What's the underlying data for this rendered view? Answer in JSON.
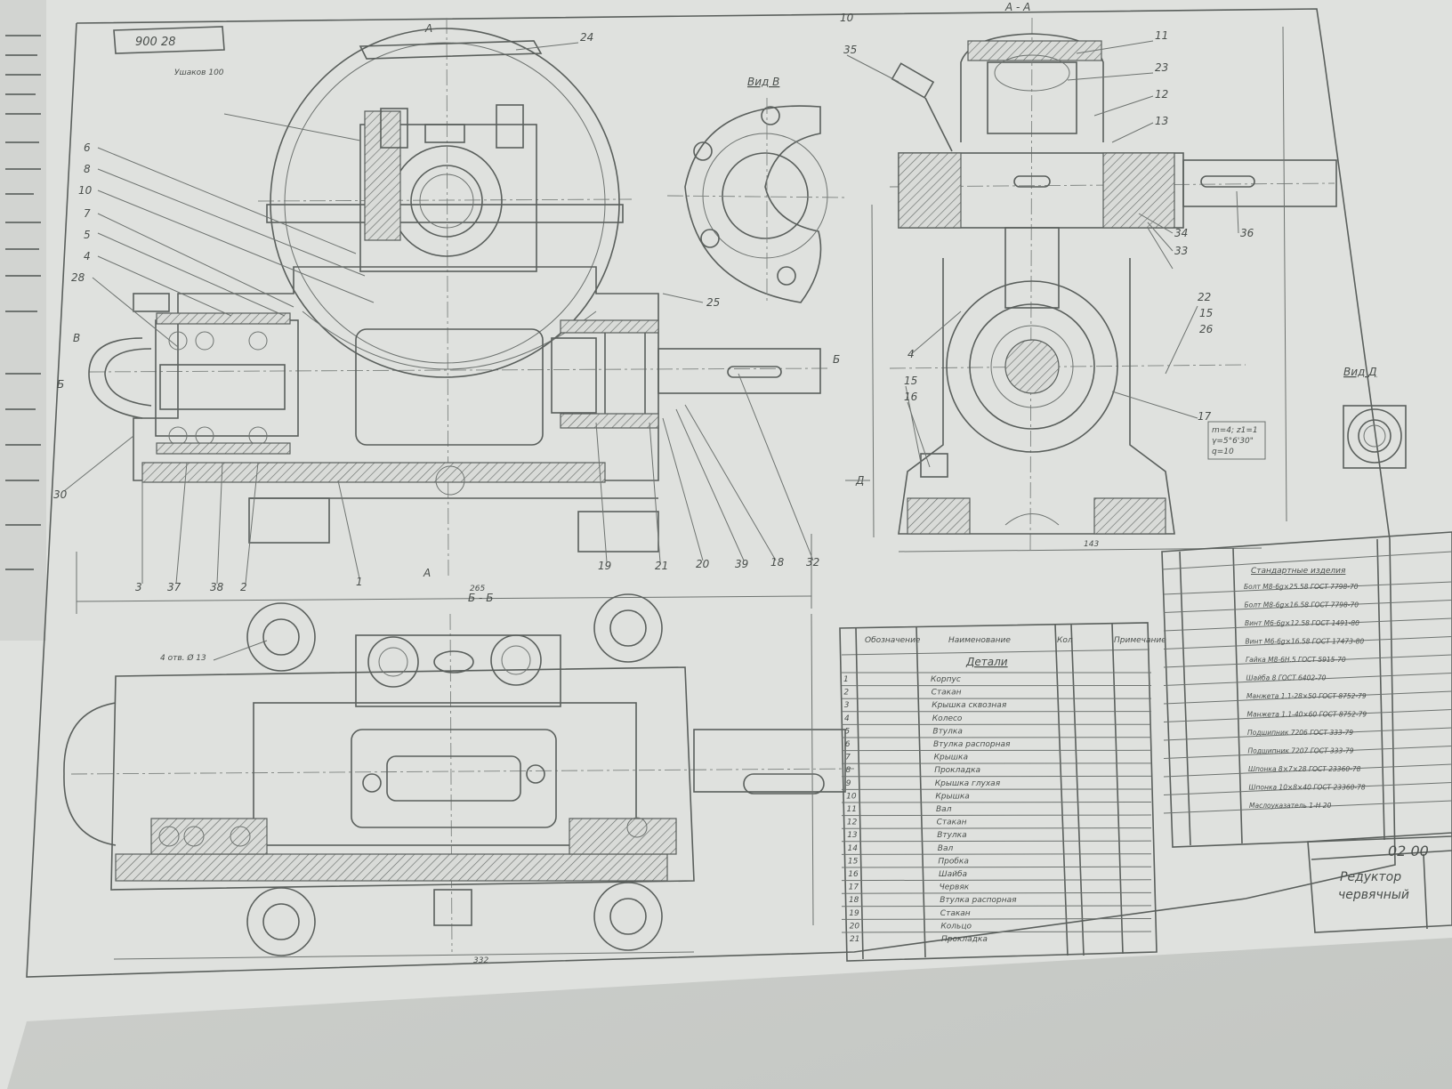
{
  "drawing": {
    "stamp_code": "900 28",
    "top_note": "Ушаков 100",
    "view_v": "Вид В",
    "view_d": "Вид Д",
    "section_aa": "А - А",
    "section_bb": "Б - Б",
    "holes_note": "4 отв. Ø 13",
    "dim_main_width": "265",
    "dim_bottom_width": "332",
    "dim_side_width": "143",
    "title_code": "02 00",
    "title_name_1": "Редуктор",
    "title_name_2": "червячный",
    "spec_header_pos": "Обозначение",
    "spec_header_name": "Наименование",
    "spec_header_qty": "Кол",
    "spec_header_note": "Примечание",
    "spec_section": "Детали",
    "std_section": "Стандартные изделия",
    "worm_params": [
      "m=4; z1=1",
      "γ=5°6'30\"",
      "q=10"
    ]
  },
  "callouts_front": [
    "24",
    "6",
    "8",
    "10",
    "7",
    "5",
    "28",
    "4",
    "30",
    "25"
  ],
  "callouts_bottom_front": [
    "3",
    "37",
    "38",
    "2",
    "1",
    "19",
    "21",
    "20",
    "39",
    "18",
    "32"
  ],
  "callouts_side": [
    "10",
    "35",
    "11",
    "23",
    "12",
    "13",
    "34",
    "33",
    "36",
    "22",
    "15",
    "26",
    "4",
    "15",
    "16",
    "17"
  ],
  "specification_rows": [
    {
      "pos": "1",
      "name": "Корпус"
    },
    {
      "pos": "2",
      "name": "Стакан"
    },
    {
      "pos": "3",
      "name": "Крышка сквозная"
    },
    {
      "pos": "4",
      "name": "Колесо"
    },
    {
      "pos": "5",
      "name": "Втулка"
    },
    {
      "pos": "6",
      "name": "Втулка распорная"
    },
    {
      "pos": "7",
      "name": "Крышка"
    },
    {
      "pos": "8",
      "name": "Прокладка"
    },
    {
      "pos": "9",
      "name": "Крышка глухая"
    },
    {
      "pos": "10",
      "name": "Крышка"
    },
    {
      "pos": "11",
      "name": "Вал"
    },
    {
      "pos": "12",
      "name": "Стакан"
    },
    {
      "pos": "13",
      "name": "Втулка"
    },
    {
      "pos": "14",
      "name": "Вал"
    },
    {
      "pos": "15",
      "name": "Пробка"
    },
    {
      "pos": "16",
      "name": "Шайба"
    },
    {
      "pos": "17",
      "name": "Червяк"
    },
    {
      "pos": "18",
      "name": "Втулка распорная"
    },
    {
      "pos": "19",
      "name": "Стакан"
    },
    {
      "pos": "20",
      "name": "Кольцо"
    },
    {
      "pos": "21",
      "name": "Прокладка"
    }
  ],
  "std_rows": [
    "Болт М8-6g×25.58 ГОСТ 7798-70",
    "Болт М8-6g×16.58 ГОСТ 7798-70",
    "Винт М6-6g×12.58 ГОСТ 1491-80",
    "Винт М6-6g×16.58 ГОСТ 17473-80",
    "Гайка М8-6Н.5 ГОСТ 5915-70",
    "Шайба 8 ГОСТ 6402-70",
    "Манжета 1.1-28×50 ГОСТ 8752-79",
    "Манжета 1.1-40×60 ГОСТ 8752-79",
    "Подшипник 7206 ГОСТ 333-79",
    "Подшипник 7207 ГОСТ 333-79",
    "Шпонка 8×7×28 ГОСТ 23360-78",
    "Шпонка 10×8×40 ГОСТ 23360-78",
    "Маслоуказатель 1-Н 20"
  ]
}
